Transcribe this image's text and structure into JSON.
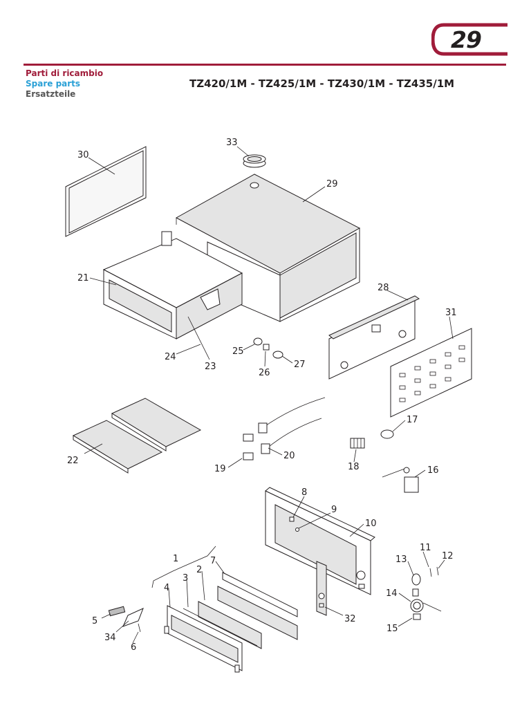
{
  "page": {
    "number": "29",
    "accent_color": "#a01c3a"
  },
  "header": {
    "label_it": "Parti di ricambio",
    "label_en": "Spare parts",
    "label_de": "Ersatzteile",
    "models": "TZ420/1M - TZ425/1M - TZ430/1M - TZ435/1M"
  },
  "callouts": {
    "c1": "1",
    "c2": "2",
    "c3": "3",
    "c4": "4",
    "c5": "5",
    "c6": "6",
    "c7": "7",
    "c8": "8",
    "c9": "9",
    "c10": "10",
    "c11": "11",
    "c12": "12",
    "c13": "13",
    "c14": "14",
    "c15": "15",
    "c16": "16",
    "c17": "17",
    "c18": "18",
    "c19": "19",
    "c20": "20",
    "c21": "21",
    "c22": "22",
    "c23": "23",
    "c24": "24",
    "c25": "25",
    "c26": "26",
    "c27": "27",
    "c28": "28",
    "c29": "29",
    "c30": "30",
    "c31": "31",
    "c32": "32",
    "c33": "33",
    "c34": "34"
  }
}
